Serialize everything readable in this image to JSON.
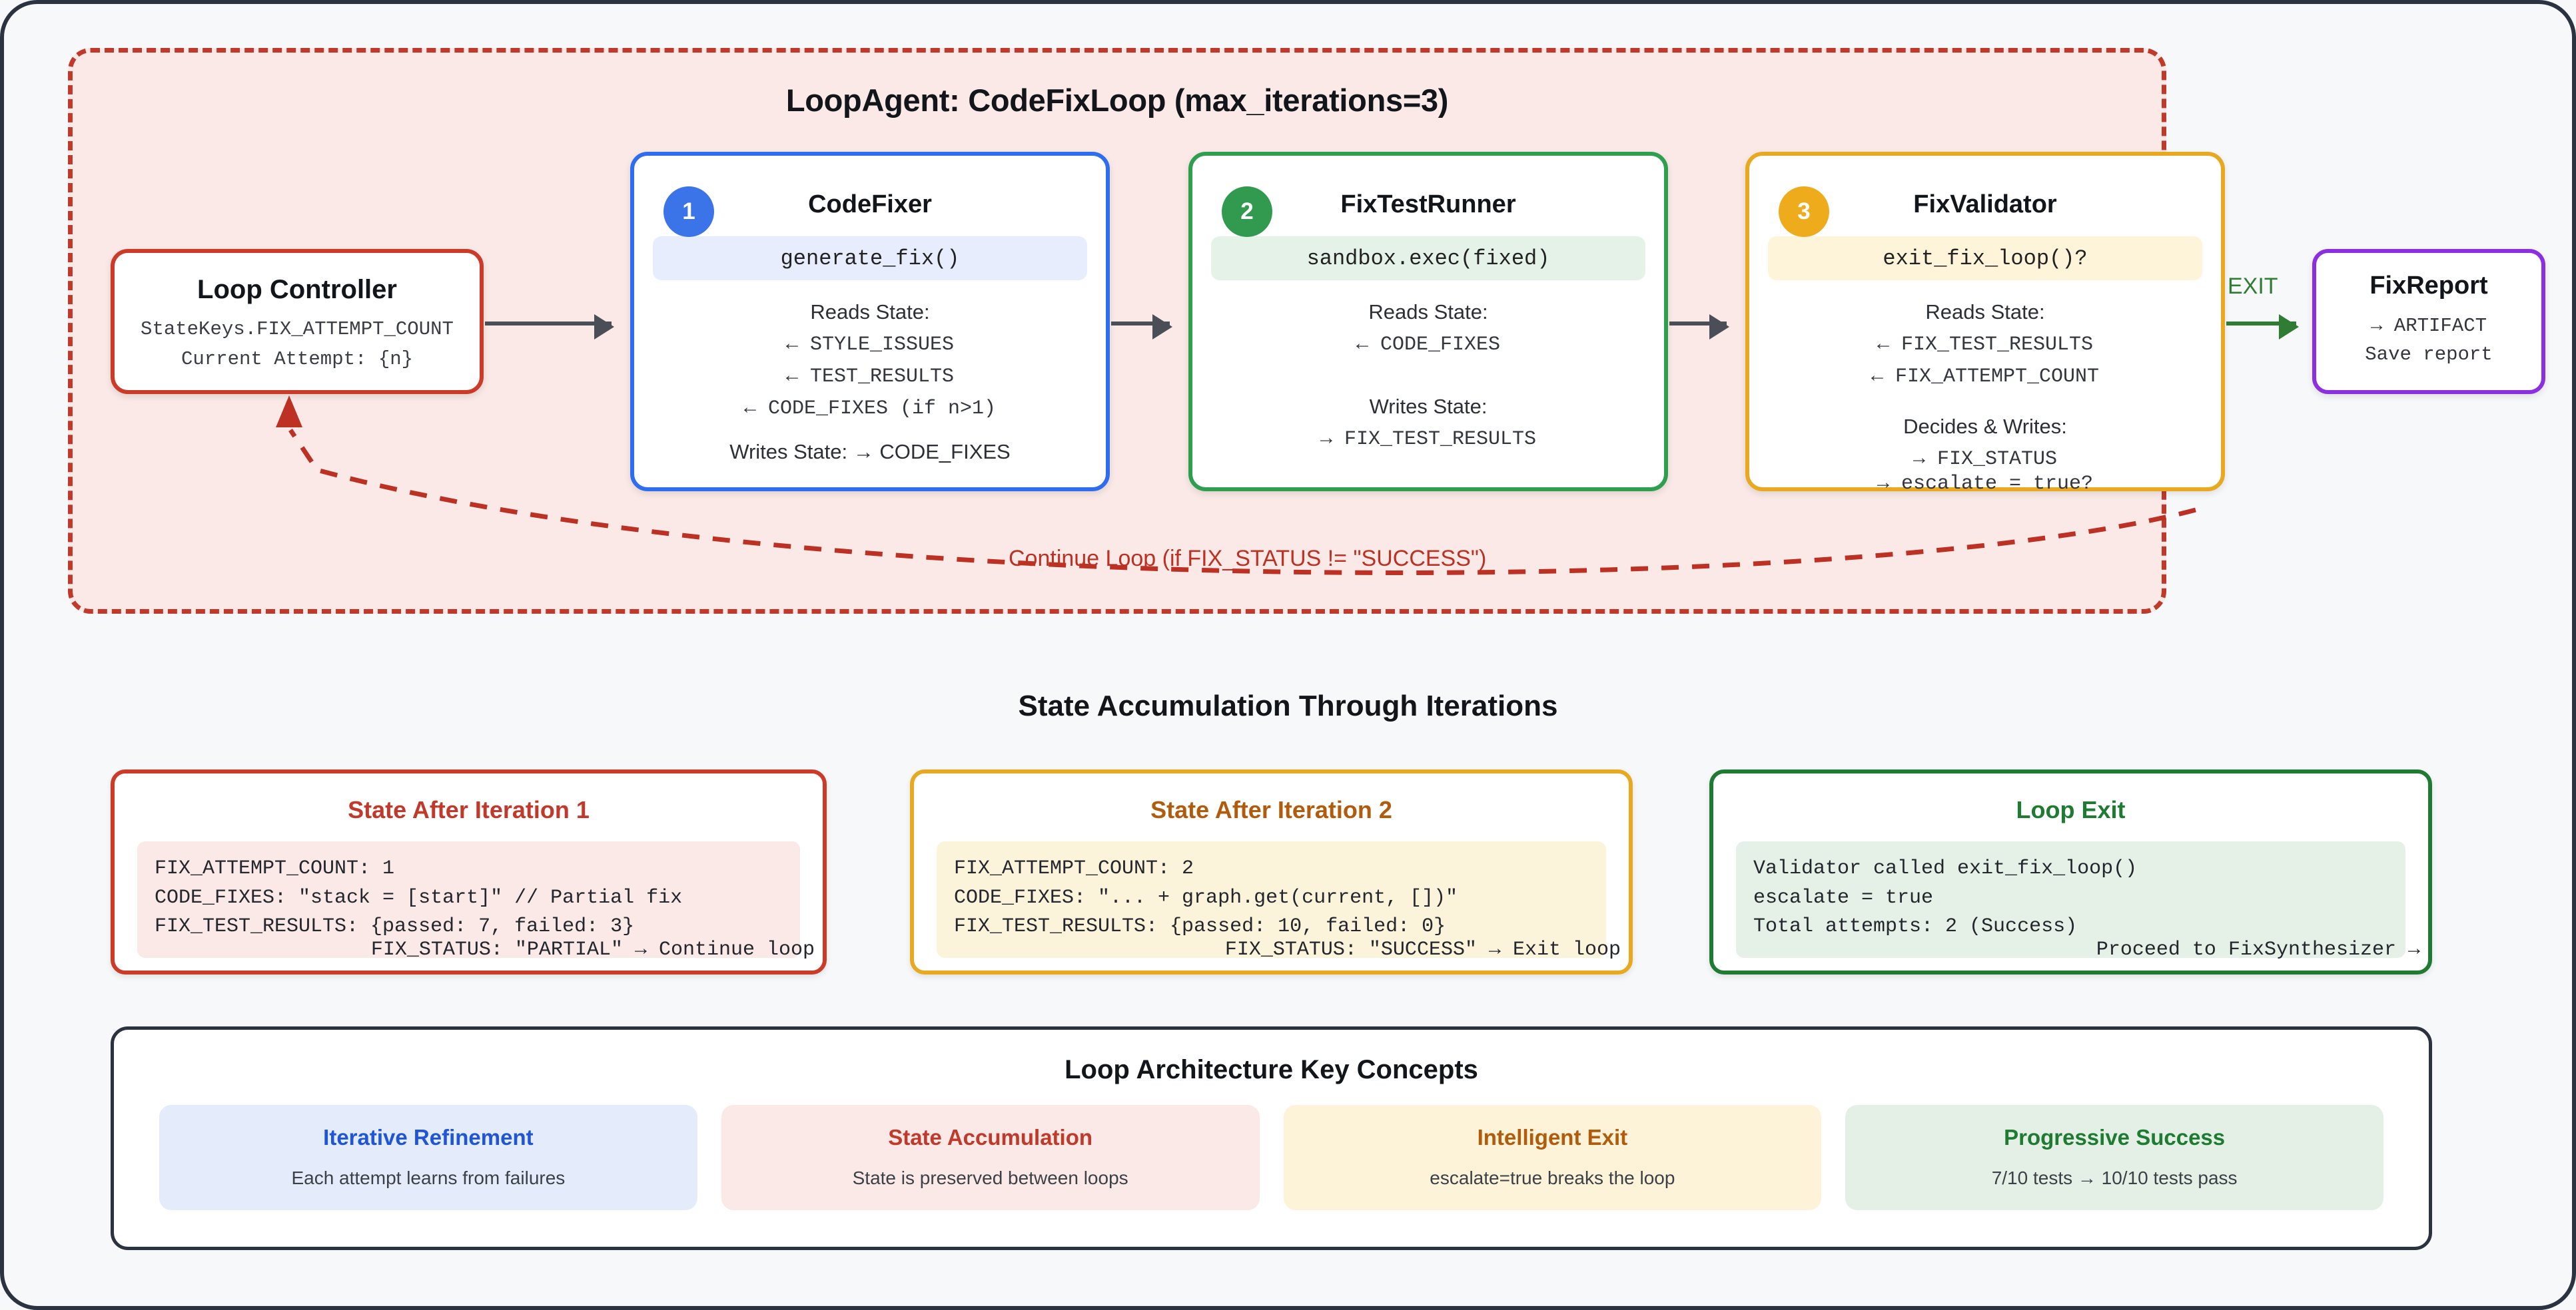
{
  "loop": {
    "title": "LoopAgent: CodeFixLoop (max_iterations=3)",
    "controller": {
      "title": "Loop Controller",
      "line1": "StateKeys.FIX_ATTEMPT_COUNT",
      "line2": "Current Attempt: {n}"
    },
    "agents": [
      {
        "badge": "1",
        "title": "CodeFixer",
        "chip": "generate_fix()",
        "reads_label": "Reads State:",
        "reads": [
          "← STYLE_ISSUES",
          "← TEST_RESULTS",
          "← CODE_FIXES (if n>1)"
        ],
        "writes_label": "Writes State: → CODE_FIXES"
      },
      {
        "badge": "2",
        "title": "FixTestRunner",
        "chip": "sandbox.exec(fixed)",
        "reads_label": "Reads State:",
        "reads": [
          "← CODE_FIXES"
        ],
        "writes_label": "Writes State:",
        "writes": [
          "→ FIX_TEST_RESULTS"
        ]
      },
      {
        "badge": "3",
        "title": "FixValidator",
        "chip": "exit_fix_loop()?",
        "reads_label": "Reads State:",
        "reads": [
          "← FIX_TEST_RESULTS",
          "← FIX_ATTEMPT_COUNT"
        ],
        "writes_label": "Decides & Writes:",
        "writes": [
          "→ FIX_STATUS"
        ],
        "overflow": "→ escalate = true?"
      }
    ],
    "exit_label": "EXIT",
    "report": {
      "title": "FixReport",
      "line1": "→ ARTIFACT",
      "line2": "Save report"
    },
    "feedback_label": "Continue Loop (if FIX_STATUS != \"SUCCESS\")"
  },
  "state_section": {
    "heading": "State Accumulation Through Iterations",
    "cards": [
      {
        "title": "State After Iteration 1",
        "lines": [
          "FIX_ATTEMPT_COUNT: 1",
          "CODE_FIXES: \"stack = [start]\" // Partial fix",
          "FIX_TEST_RESULTS: {passed: 7, failed: 3}"
        ],
        "footer": "FIX_STATUS: \"PARTIAL\" → Continue loop"
      },
      {
        "title": "State After Iteration 2",
        "lines": [
          "FIX_ATTEMPT_COUNT: 2",
          "CODE_FIXES: \"... + graph.get(current, [])\"",
          "FIX_TEST_RESULTS: {passed: 10, failed: 0}"
        ],
        "footer": "FIX_STATUS: \"SUCCESS\" → Exit loop"
      },
      {
        "title": "Loop Exit",
        "lines": [
          "Validator called exit_fix_loop()",
          "escalate = true",
          "Total attempts: 2 (Success)"
        ],
        "footer": "Proceed to FixSynthesizer →"
      }
    ]
  },
  "key_concepts": {
    "heading": "Loop Architecture Key Concepts",
    "items": [
      {
        "title": "Iterative Refinement",
        "desc": "Each attempt learns from failures"
      },
      {
        "title": "State Accumulation",
        "desc": "State is preserved between loops"
      },
      {
        "title": "Intelligent Exit",
        "desc": "escalate=true breaks the loop"
      },
      {
        "title": "Progressive Success",
        "desc": "7/10 tests → 10/10 tests pass"
      }
    ]
  },
  "colors": {
    "loop_border": "#c0392b",
    "loop_fill": "#fae9e6",
    "agent1": "#2f6df0",
    "agent2": "#2e9e4f",
    "agent3": "#e8a820",
    "report": "#8b2fe0",
    "exit": "#2e7d32"
  }
}
